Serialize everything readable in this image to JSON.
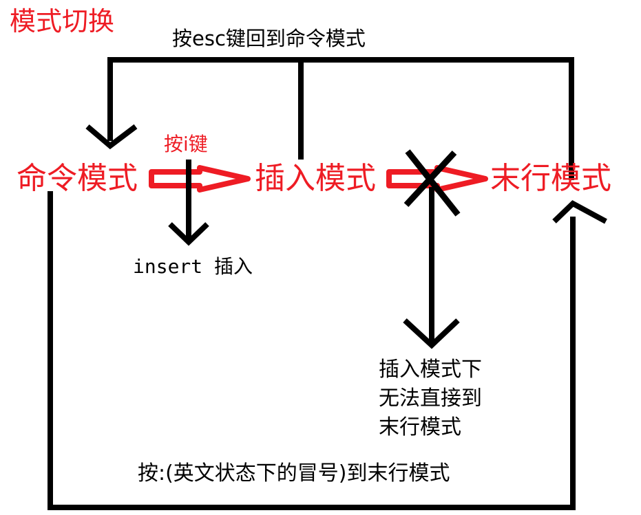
{
  "title": "模式切换",
  "nodes": {
    "command_mode": "命令模式",
    "insert_mode": "插入模式",
    "last_line_mode": "末行模式"
  },
  "edges": {
    "press_i": "按i键",
    "press_esc": "按esc键回到命令模式",
    "insert_meaning": "insert 插入",
    "colon_to_last_line": "按:(英文状态下的冒号)到末行模式"
  },
  "note": {
    "line1": "插入模式下",
    "line2": "无法直接到",
    "line3": "末行模式"
  },
  "colors": {
    "accent_red": "#ee1c24",
    "ink": "#000000"
  }
}
